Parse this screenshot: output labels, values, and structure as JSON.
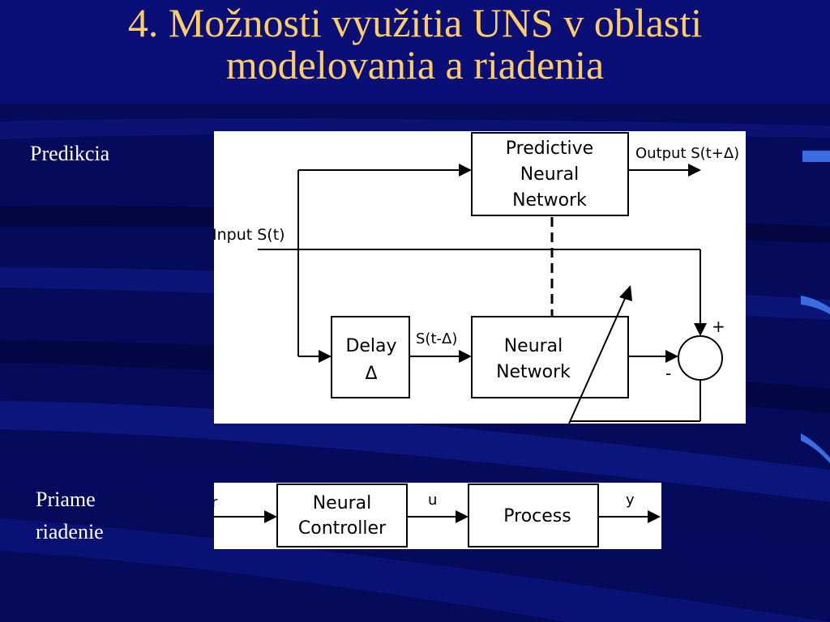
{
  "slide": {
    "title_line1": "4. Možnosti využitia UNS v oblasti",
    "title_line2": "modelovania a riadenia",
    "label_prediction": "Predikcia",
    "label_direct_line1": "Priame",
    "label_direct_line2": "riadenie"
  },
  "colors": {
    "background": "#0a0f78",
    "title": "#ffcc66",
    "text": "#ffffff",
    "diagram_bg": "#ffffff"
  },
  "prediction_diagram": {
    "predictive_nn": [
      "Predictive",
      "Neural",
      "Network"
    ],
    "neural_network": [
      "Neural",
      "Network"
    ],
    "delay": [
      "Delay",
      "Δ"
    ],
    "input_label": "Input S(t)",
    "output_label": "Output S(t+Δ)",
    "delayed_label": "S(t-Δ)",
    "plus": "+",
    "minus": "-"
  },
  "control_diagram": {
    "controller": [
      "Neural",
      "Controller"
    ],
    "process": "Process",
    "r_label": "r",
    "u_label": "u",
    "y_label": "y"
  }
}
